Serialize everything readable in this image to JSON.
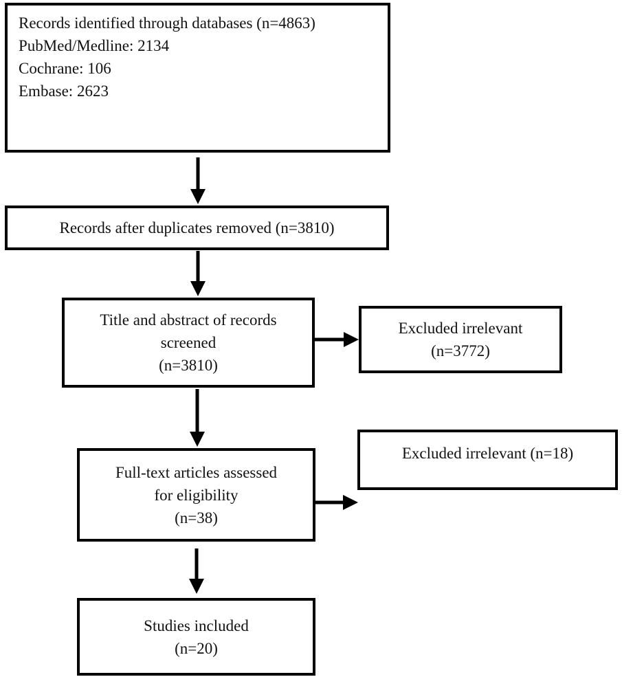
{
  "diagram": {
    "type": "flowchart",
    "colors": {
      "box_border": "#000000",
      "box_background": "#ffffff",
      "text": "#111111",
      "arrow": "#000000"
    },
    "boxes": {
      "identified": {
        "title": "Records identified through databases (n=4863)",
        "sources": [
          "PubMed/Medline: 2134",
          "Cochrane: 106",
          "Embase: 2623"
        ]
      },
      "deduplicated": {
        "text": "Records after duplicates removed (n=3810)"
      },
      "screened": {
        "lines": [
          "Title and abstract of records",
          "screened",
          "(n=3810)"
        ]
      },
      "excluded_screening": {
        "lines": [
          "Excluded irrelevant",
          "(n=3772)"
        ]
      },
      "full_text": {
        "lines": [
          "Full-text articles assessed",
          "for eligibility",
          "(n=38)"
        ]
      },
      "excluded_full_text": {
        "text": "Excluded irrelevant (n=18)"
      },
      "included": {
        "lines": [
          "Studies included",
          "(n=20)"
        ]
      }
    }
  }
}
